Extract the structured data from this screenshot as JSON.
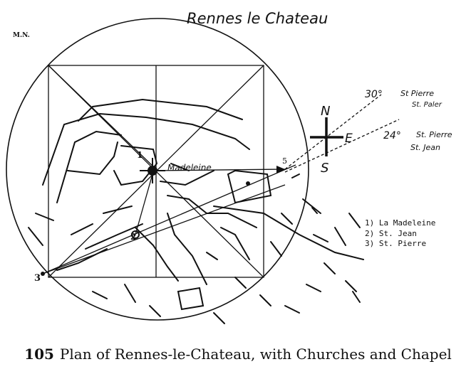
{
  "title": "Rennes le Chateau",
  "initials": "M.N.",
  "compass": {
    "north": "N",
    "east": "E",
    "south": "S"
  },
  "bearings": [
    {
      "angle": "30°",
      "line1": "St Pierre",
      "line2": "St. Paler"
    },
    {
      "angle": "24°",
      "line1": "St. Pierre",
      "line2": "St. Jean"
    }
  ],
  "map_labels": {
    "madeleine": "Madeleine",
    "point1": "1",
    "point2": "2",
    "point3": "3",
    "point5": "5"
  },
  "legend": [
    "1) La Madeleine",
    "2) St. Jean",
    "3) St. Pierre"
  ],
  "caption": {
    "number": "105",
    "text": "Plan of Rennes-le-Chateau, with Churches and Chapel"
  }
}
